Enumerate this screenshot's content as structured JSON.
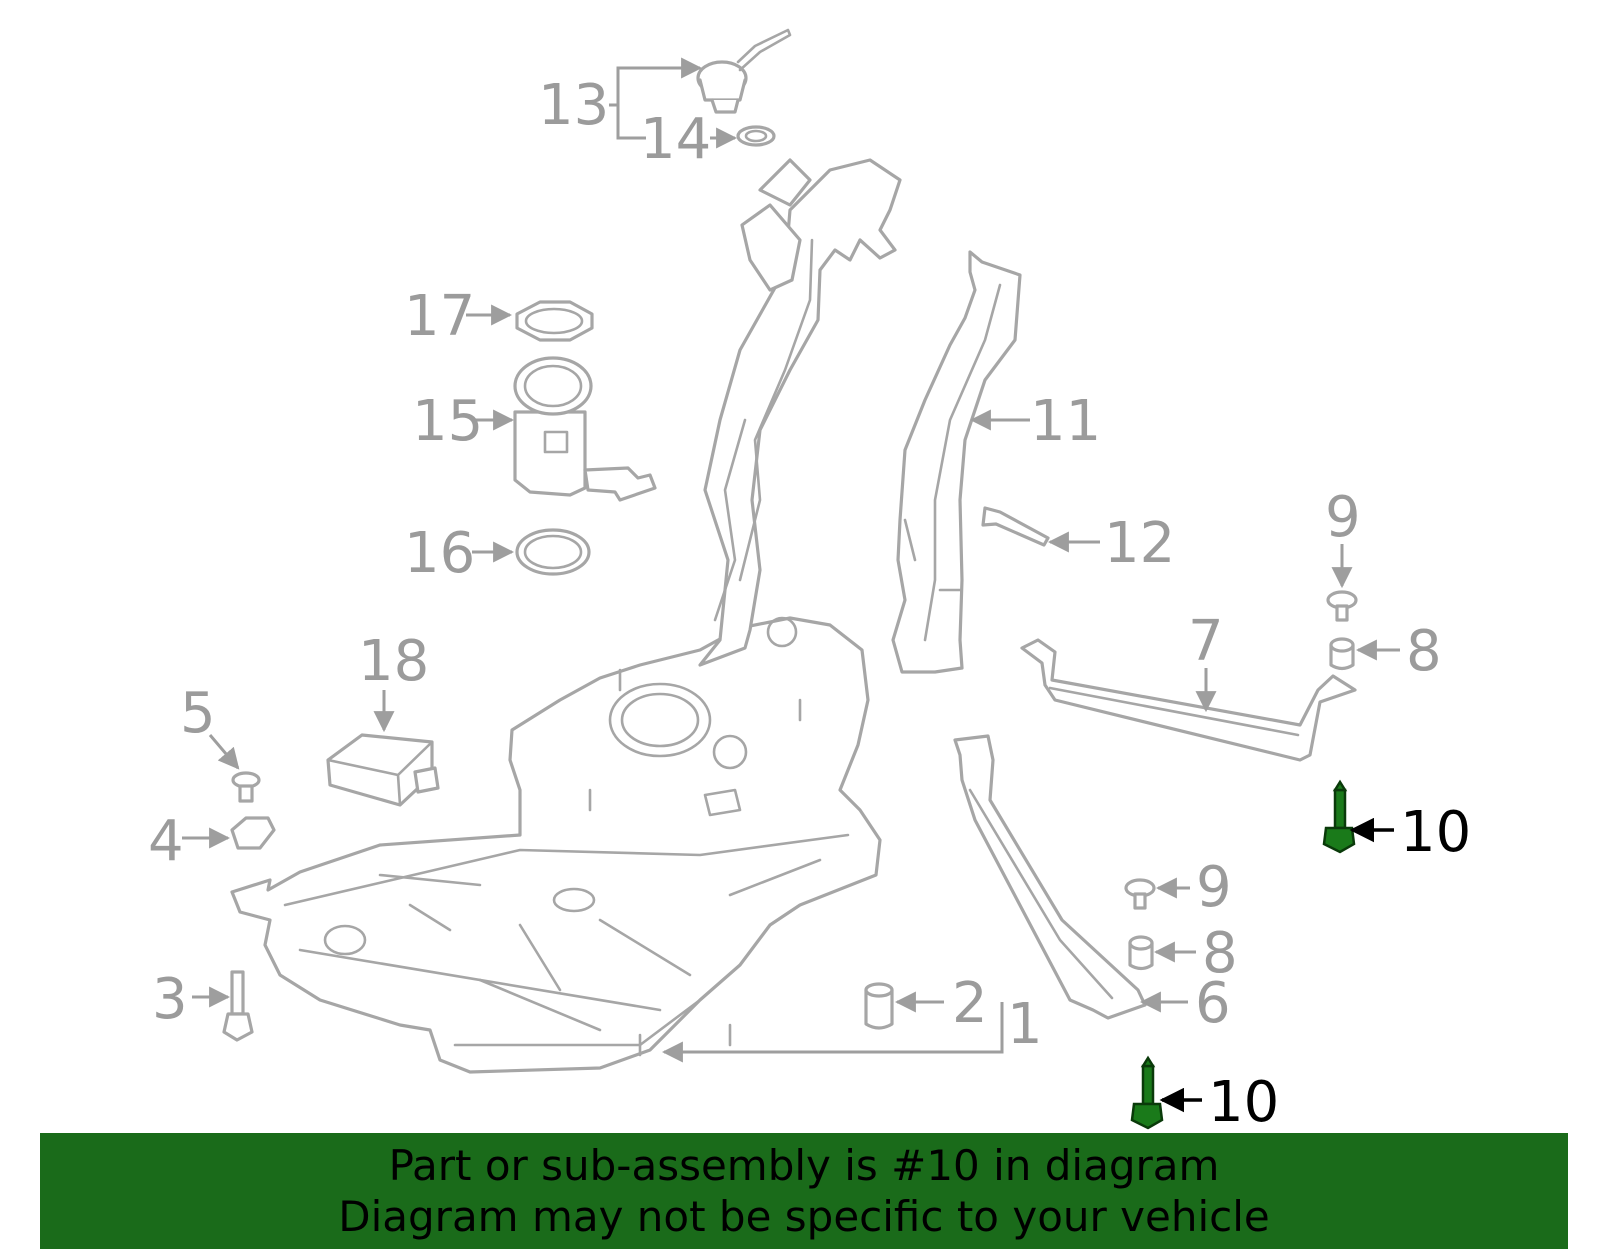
{
  "callouts": {
    "c1": "1",
    "c2": "2",
    "c3": "3",
    "c4": "4",
    "c5": "5",
    "c6": "6",
    "c7": "7",
    "c8a": "8",
    "c8b": "8",
    "c9a": "9",
    "c9b": "9",
    "c10a": "10",
    "c10b": "10",
    "c11": "11",
    "c12": "12",
    "c13": "13",
    "c14": "14",
    "c15": "15",
    "c16": "16",
    "c17": "17",
    "c18": "18"
  },
  "highlight": {
    "part_number": "10",
    "color": "#1a7a1a"
  },
  "banner": {
    "line1": "Part or sub-assembly is #10 in diagram",
    "line2": "Diagram may not be specific to your vehicle",
    "background": "#1a6b1a"
  }
}
